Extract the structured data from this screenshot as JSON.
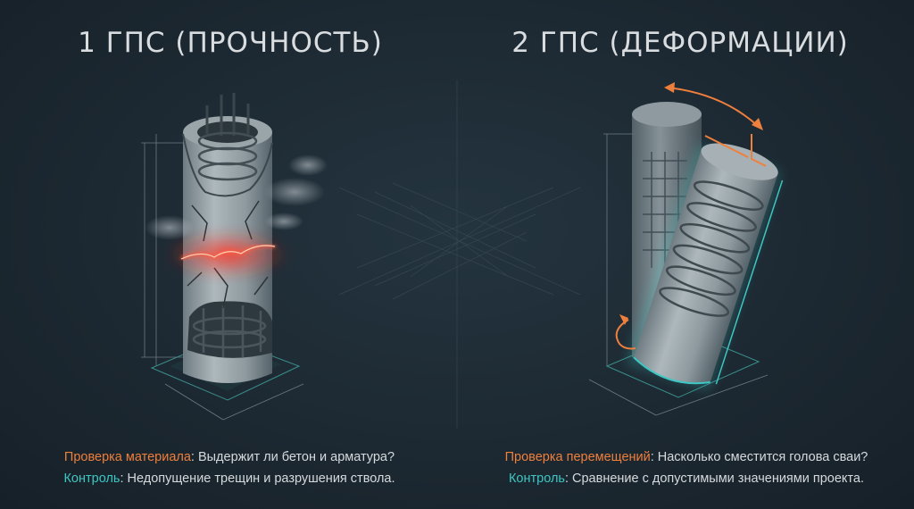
{
  "panels": [
    {
      "title": "1 ГПС (ПРОЧНОСТЬ)",
      "line1_label": "Проверка материала",
      "line1_text": ": Выдержит ли бетон и арматура?",
      "line2_label": "Контроль",
      "line2_text": ": Недопущение трещин и разрушения ствола."
    },
    {
      "title": "2 ГПС (ДЕФОРМАЦИИ)",
      "line1_label": "Проверка перемещений",
      "line1_text": ": Насколько сместится голова сваи?",
      "line2_label": "Контроль",
      "line2_text": ": Сравнение с допустимыми значениями проекта."
    }
  ],
  "colors": {
    "background": "#1d2a33",
    "accent_orange": "#ef7f3c",
    "accent_teal": "#3ec6c2",
    "crack_red": "#ff2a2a"
  },
  "icons": [
    "cracked-pile-icon",
    "tilted-pile-icon",
    "rotation-arrow-icon",
    "displacement-arrow-icon"
  ]
}
